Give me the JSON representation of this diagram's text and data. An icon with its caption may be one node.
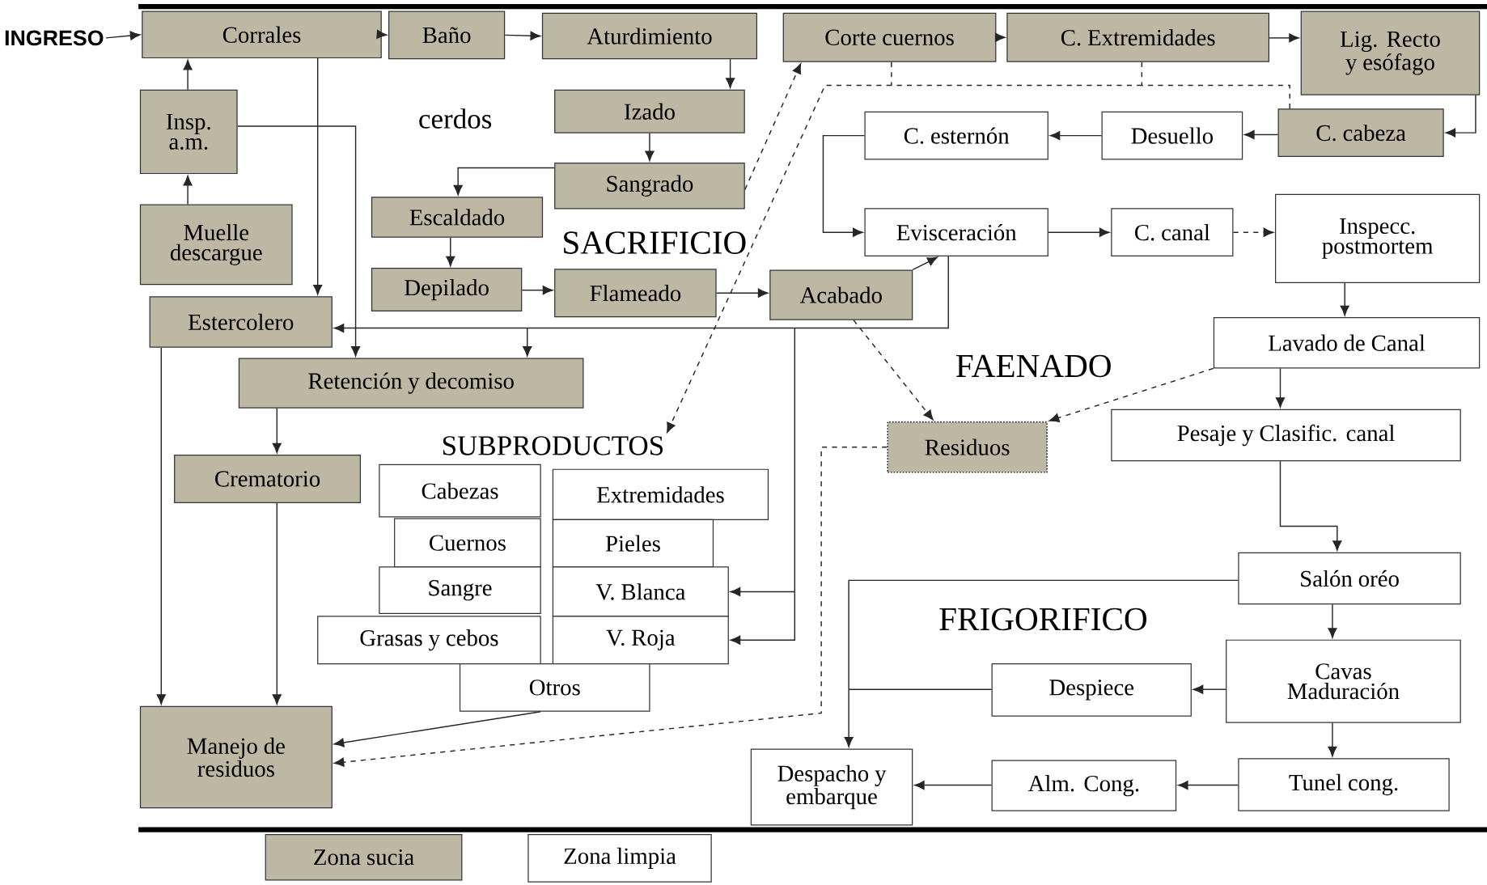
{
  "diagram": {
    "nodes": [
      {
        "text": [
          "INGRESO"
        ]
      },
      {
        "text": [
          "Corrales"
        ]
      },
      {
        "text": [
          "Baño"
        ]
      },
      {
        "text": [
          "Aturdimiento"
        ]
      },
      {
        "text": [
          "Corte cuernos"
        ]
      },
      {
        "text": [
          "C. Extremidades"
        ]
      },
      {
        "text": [
          "Lig. Recto y esófago"
        ]
      },
      {
        "text": [
          "Insp. a.m."
        ]
      },
      {
        "text": [
          "Izado"
        ]
      },
      {
        "text": [
          "C. esternón"
        ]
      },
      {
        "text": [
          "Desuello"
        ]
      },
      {
        "text": [
          "C. cabeza"
        ]
      },
      {
        "text": [
          "Sangrado"
        ]
      },
      {
        "text": [
          "Escaldado"
        ]
      },
      {
        "text": [
          "Evisceración"
        ]
      },
      {
        "text": [
          "C. canal"
        ]
      },
      {
        "text": [
          "Inspecc. postmortem"
        ]
      },
      {
        "text": [
          "Muelle descargue"
        ]
      },
      {
        "text": [
          "Depilado"
        ]
      },
      {
        "text": [
          "Flameado"
        ]
      },
      {
        "text": [
          "Acabado"
        ]
      },
      {
        "text": [
          "Estercolero"
        ]
      },
      {
        "text": [
          "Lavado de Canal"
        ]
      },
      {
        "text": [
          "Retención y decomiso"
        ]
      },
      {
        "text": [
          "SUBPRODUCTOS"
        ]
      },
      {
        "text": [
          "Residuos"
        ]
      },
      {
        "text": [
          "Pesaje y Clasific. canal"
        ]
      },
      {
        "text": [
          "Crematorio"
        ]
      },
      {
        "text": [
          "Cabezas"
        ]
      },
      {
        "text": [
          "Extremidades"
        ]
      },
      {
        "text": [
          "Cuernos"
        ]
      },
      {
        "text": [
          "Pieles"
        ]
      },
      {
        "text": [
          "Sangre"
        ]
      },
      {
        "text": [
          "V. Blanca"
        ]
      },
      {
        "text": [
          "Grasas y cebos"
        ]
      },
      {
        "text": [
          "V. Roja"
        ]
      },
      {
        "text": [
          "Otros"
        ]
      },
      {
        "text": [
          "Salón oréo"
        ]
      },
      {
        "text": [
          "Cavas Maduración"
        ]
      },
      {
        "text": [
          "Despiece"
        ]
      },
      {
        "text": [
          "Manejo de residuos"
        ]
      },
      {
        "text": [
          "Despacho y embarque"
        ]
      },
      {
        "text": [
          "Alm. Cong."
        ]
      },
      {
        "text": [
          "Tunel cong."
        ]
      },
      {
        "text": [
          "Zona sucia"
        ]
      },
      {
        "text": [
          "Zona limpia"
        ]
      }
    ],
    "edges": [
      {
        "from": 0,
        "to": 1,
        "arrow": "to"
      },
      {
        "from": 1,
        "to": 2,
        "arrow": "to"
      },
      {
        "from": 2,
        "to": 3,
        "arrow": "to"
      },
      {
        "from": 3,
        "to": 8,
        "arrow": "to"
      },
      {
        "from": 8,
        "to": 12,
        "arrow": "to"
      },
      {
        "from": 12,
        "to": 13,
        "arrow": "to"
      },
      {
        "from": 13,
        "to": 18,
        "arrow": "to"
      },
      {
        "from": 18,
        "to": 19,
        "arrow": "to"
      },
      {
        "from": 19,
        "to": 20,
        "arrow": "to"
      },
      {
        "from": 17,
        "to": 7,
        "arrow": "to"
      },
      {
        "from": 7,
        "to": 1,
        "arrow": "to"
      },
      {
        "from": 7,
        "to": 23,
        "arrow": "to"
      },
      {
        "from": 1,
        "to": 21,
        "arrow": "to"
      },
      {
        "from": 12,
        "to": 4,
        "arrow": "to",
        "style": "dashed"
      },
      {
        "from": 4,
        "to": 5,
        "arrow": "to"
      },
      {
        "from": 5,
        "to": 6,
        "arrow": "to"
      },
      {
        "from": 6,
        "to": 11,
        "arrow": "to"
      },
      {
        "from": 11,
        "to": 10,
        "arrow": "to"
      },
      {
        "from": 10,
        "to": 9,
        "arrow": "to"
      },
      {
        "from": 9,
        "to": 14,
        "arrow": "to"
      },
      {
        "from": 14,
        "to": 15,
        "arrow": "to"
      },
      {
        "from": 15,
        "to": 16,
        "arrow": "to",
        "style": "dashed"
      },
      {
        "from": 16,
        "to": 22,
        "arrow": "to"
      },
      {
        "from": 22,
        "to": 25,
        "arrow": "to",
        "style": "dashed"
      },
      {
        "from": 22,
        "to": 26,
        "arrow": "to"
      },
      {
        "from": 20,
        "to": 14,
        "arrow": "to"
      },
      {
        "from": 20,
        "to": 25,
        "arrow": "to",
        "style": "dashed"
      },
      {
        "from": 14,
        "to": 21,
        "arrow": "to"
      },
      {
        "from": 14,
        "to": 23,
        "arrow": "to"
      },
      {
        "from": 14,
        "to": 33,
        "arrow": "to"
      },
      {
        "from": 14,
        "to": 35,
        "arrow": "to"
      },
      {
        "from": 4,
        "to": 24,
        "arrow": "to",
        "style": "dashed"
      },
      {
        "from": 5,
        "to": 24,
        "arrow": "to",
        "style": "dashed"
      },
      {
        "from": 11,
        "to": 24,
        "arrow": "to",
        "style": "dashed"
      },
      {
        "from": 23,
        "to": 27,
        "arrow": "to"
      },
      {
        "from": 27,
        "to": 40,
        "arrow": "to"
      },
      {
        "from": 21,
        "to": 40,
        "arrow": "to"
      },
      {
        "from": 25,
        "to": 40,
        "arrow": "to",
        "style": "dashed"
      },
      {
        "from": 36,
        "to": 40,
        "arrow": "to"
      },
      {
        "from": 26,
        "to": 37,
        "arrow": "to"
      },
      {
        "from": 37,
        "to": 38,
        "arrow": "to"
      },
      {
        "from": 38,
        "to": 39,
        "arrow": "to"
      },
      {
        "from": 38,
        "to": 43,
        "arrow": "to"
      },
      {
        "from": 43,
        "to": 42,
        "arrow": "to"
      },
      {
        "from": 42,
        "to": 41,
        "arrow": "to"
      },
      {
        "from": 39,
        "to": 41,
        "arrow": "to"
      },
      {
        "from": 37,
        "to": 41,
        "arrow": "to"
      }
    ],
    "labels": [
      "cerdos",
      "SACRIFICIO",
      "FAENADO",
      "FRIGORIFICO"
    ]
  }
}
